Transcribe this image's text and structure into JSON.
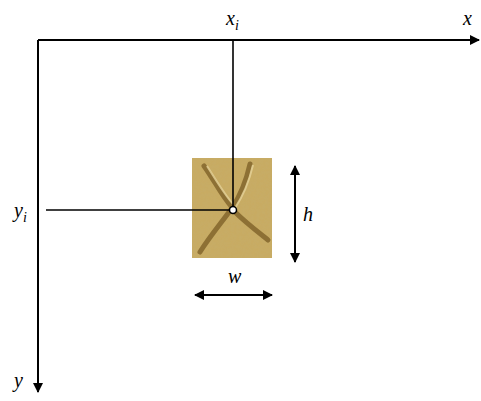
{
  "diagram": {
    "labels": [
      "x",
      "xi",
      "yi",
      "h",
      "w",
      "y"
    ]
  }
}
